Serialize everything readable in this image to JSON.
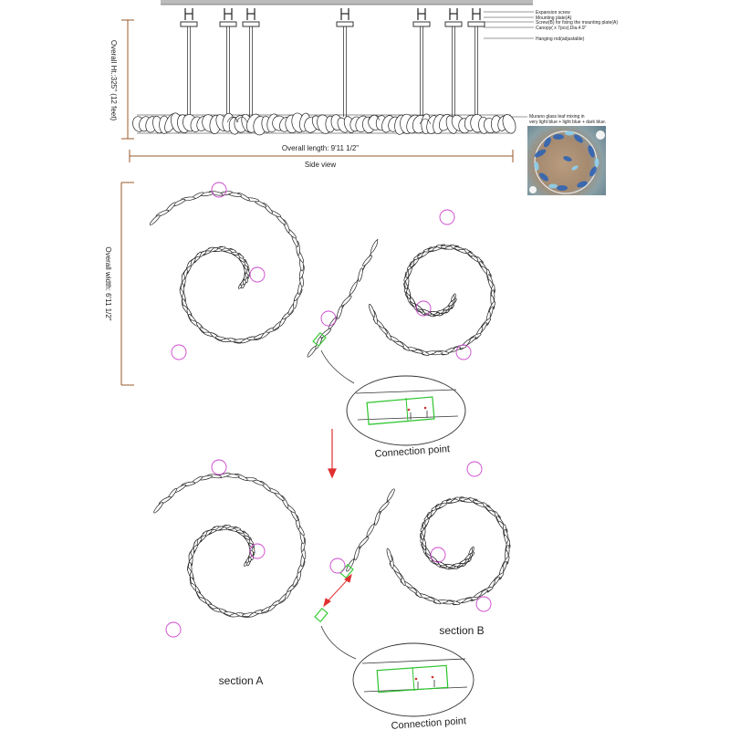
{
  "side_view": {
    "label": "Side view",
    "overall_length": "Overall length: 9'11 1/2\"",
    "overall_height": "Overall Ht.:325\" (12 feet)"
  },
  "legend": {
    "expansion_screw": "Expansion screw",
    "mounting_plate": "Mounting plate(A)",
    "screws": "Screw(B) for fixing the mounting plate(A)",
    "canopy": "Canopy( x 7pcs),Dia.4.9\"",
    "hanging_rod": "Hanging rod(adjustable)",
    "glass_note": "Murano glass leaf mixing in very light blue + light blue + dark blue."
  },
  "top_view": {
    "overall_width": "Overall width: 6'11 1/2\"",
    "connection_point": "Connection point"
  },
  "exploded_view": {
    "section_a": "section A",
    "section_b": "section B",
    "connection_point": "Connection point"
  },
  "colors": {
    "line": "#222222",
    "dimension": "#9a5a2a",
    "canopy_marker": "#cc44cc",
    "connector": "#33cc33",
    "arrow": "#e03030"
  }
}
